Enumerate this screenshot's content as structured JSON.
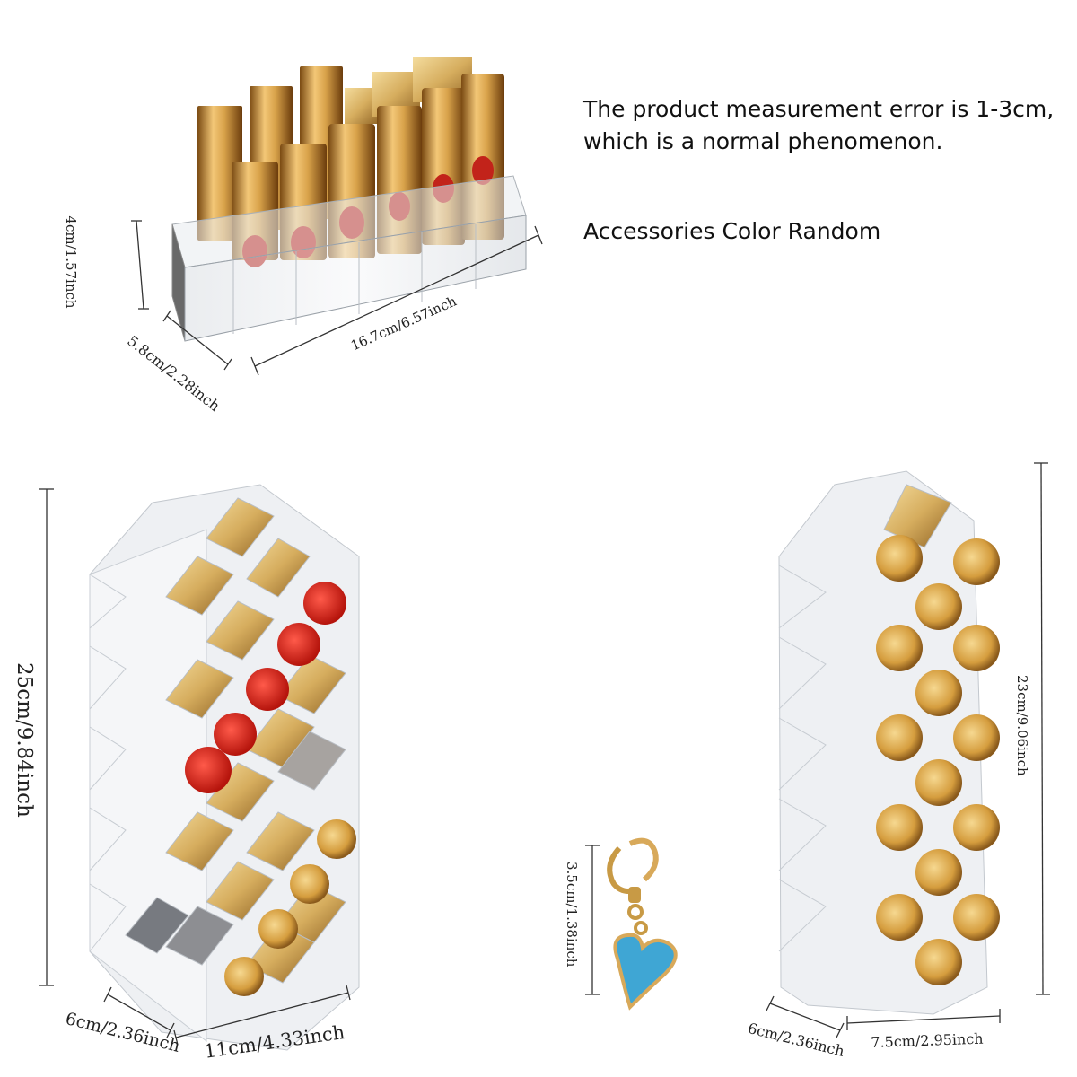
{
  "notes": {
    "measurement_error": "The product measurement error is 1-3cm, which is a normal phenomenon.",
    "accessories": "Accessories Color Random"
  },
  "dimensions": {
    "small_height": "4cm/1.57inch",
    "small_depth": "5.8cm/2.28inch",
    "small_width": "16.7cm/6.57inch",
    "tall_left_height": "25cm/9.84inch",
    "tall_left_depth": "6cm/2.36inch",
    "tall_left_width": "11cm/4.33inch",
    "keychain_height": "3.5cm/1.38inch",
    "tall_right_height": "23cm/9.06inch",
    "tall_right_depth": "6cm/2.36inch",
    "tall_right_width": "7.5cm/2.95inch"
  },
  "colors": {
    "gold": "#d8a24a",
    "red": "#d8261c",
    "acrylic": "#e9ecef",
    "charm": "#3fa6d4"
  }
}
